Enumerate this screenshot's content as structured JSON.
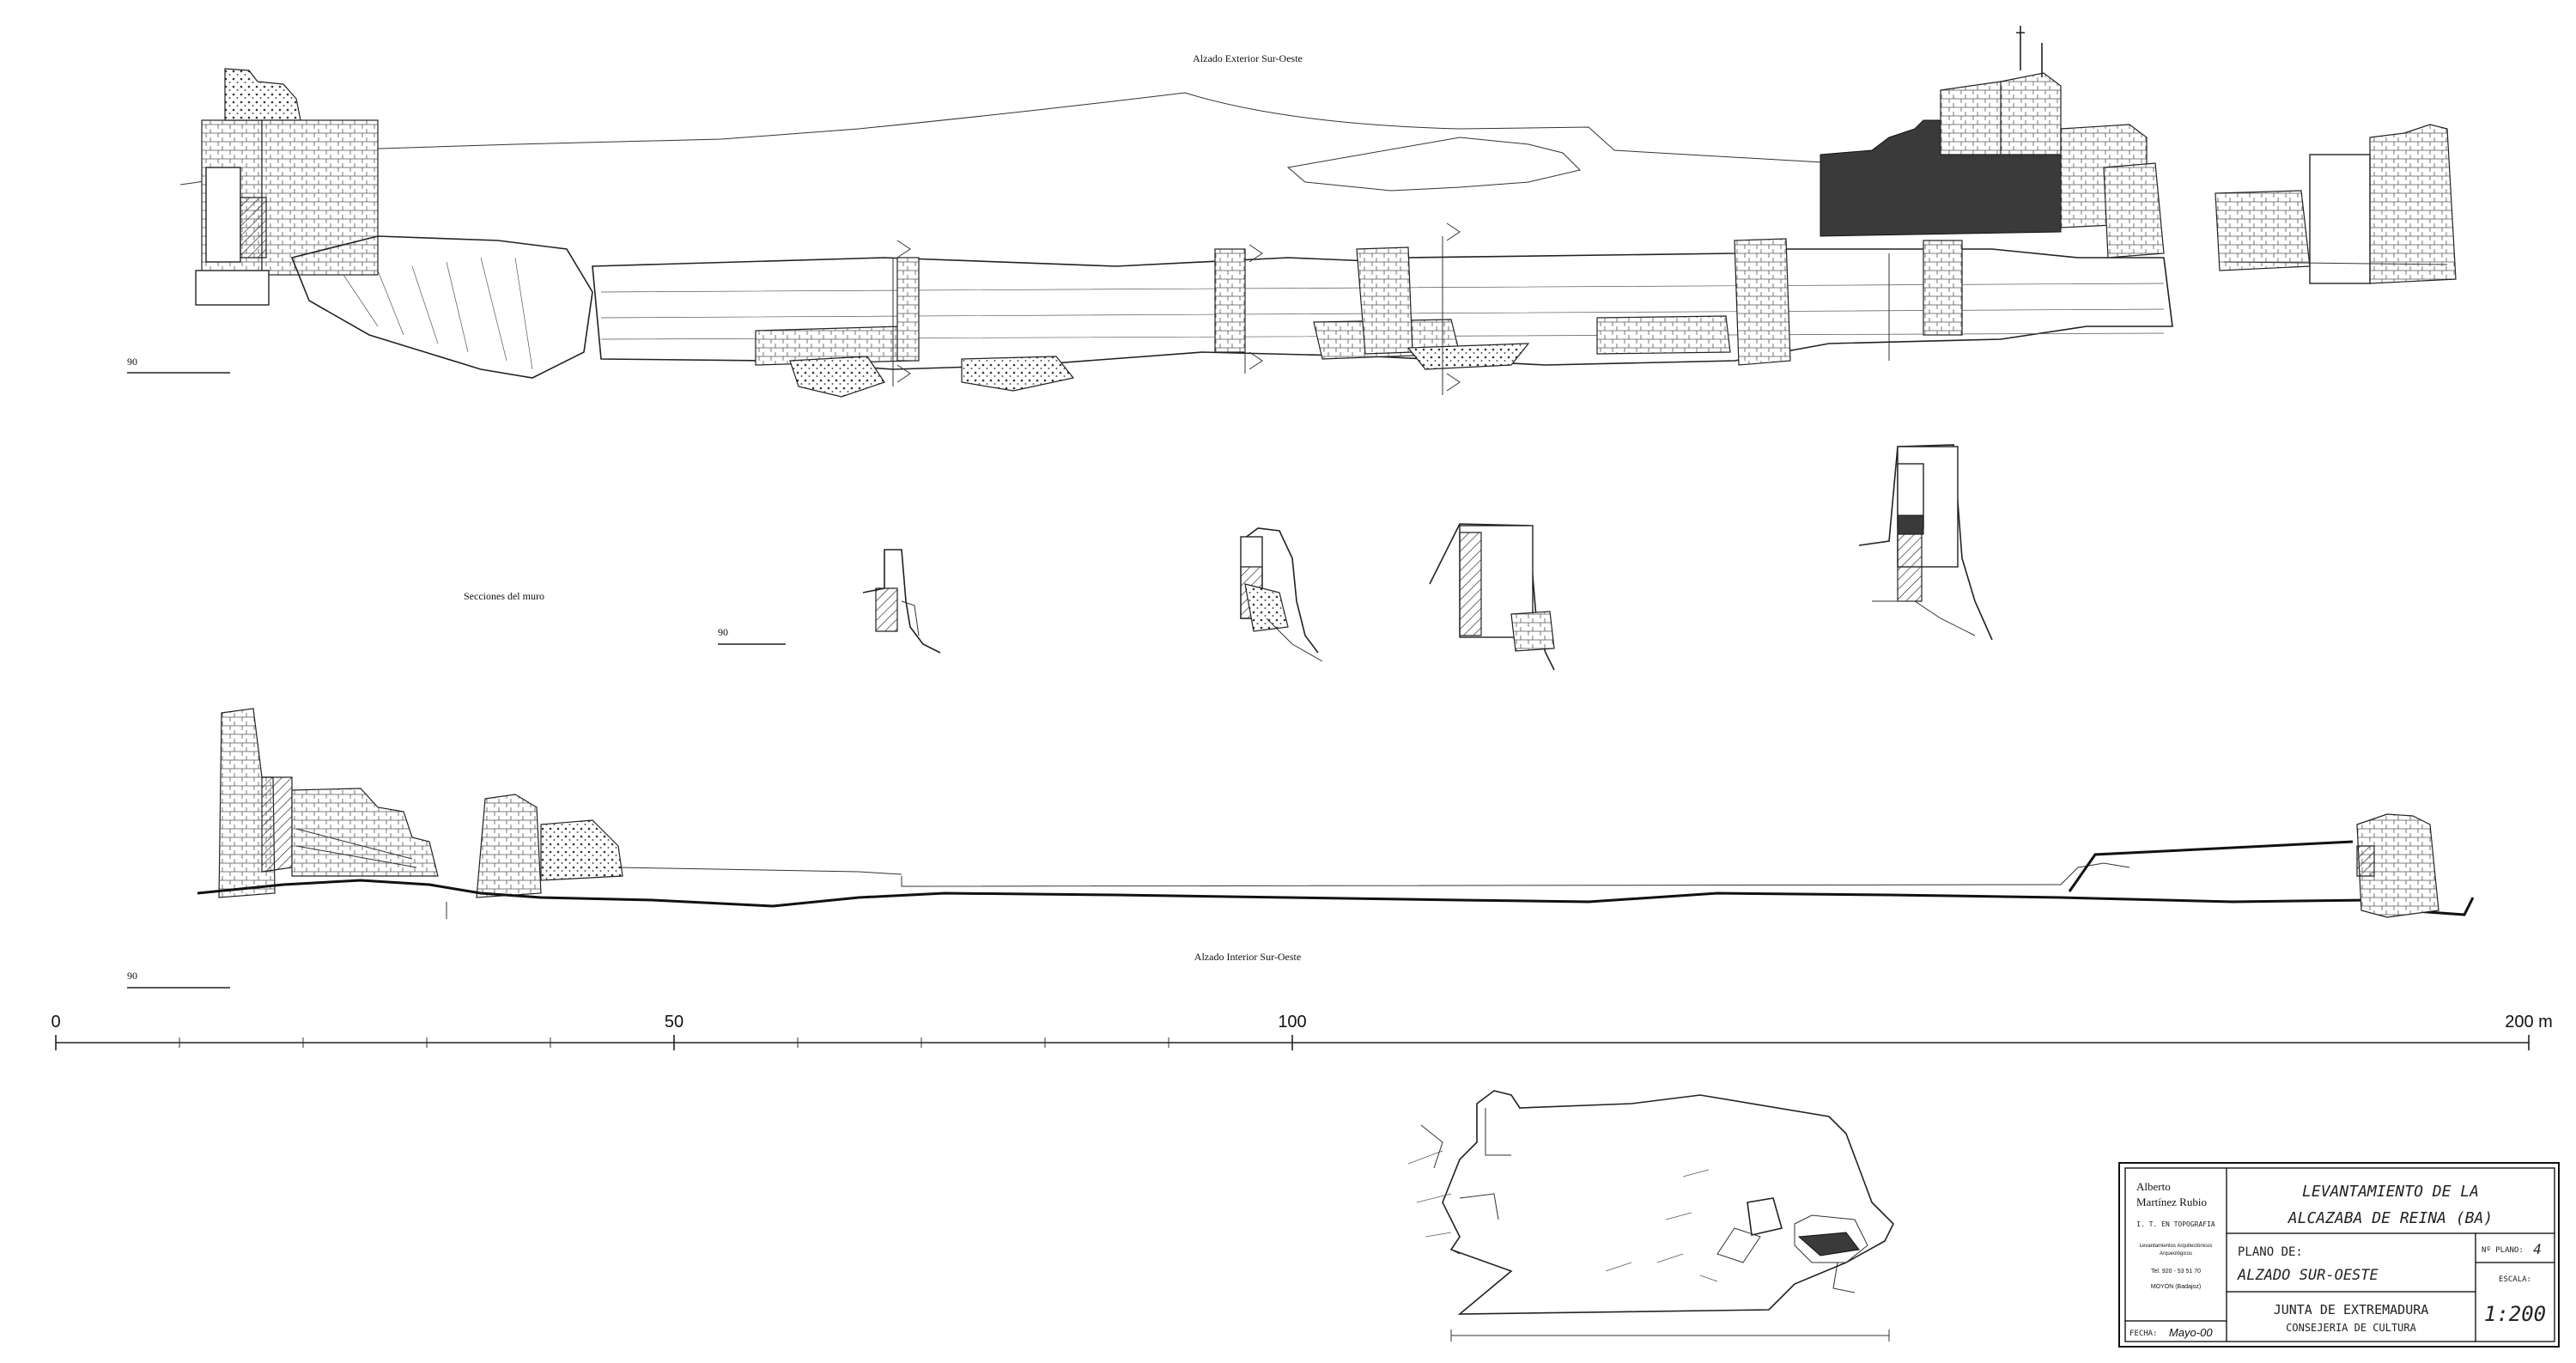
{
  "labels": {
    "exterior_title": "Alzado Exterior Sur-Oeste",
    "sections_title": "Secciones del muro",
    "interior_title": "Alzado Interior Sur-Oeste",
    "scalebar_mark": "90"
  },
  "scale": {
    "ticks": [
      {
        "label": "0",
        "value": 0
      },
      {
        "label": "50",
        "value": 50
      },
      {
        "label": "100",
        "value": 100
      },
      {
        "label": "200 m",
        "value": 200
      }
    ],
    "minor_values": [
      10,
      20,
      30,
      40,
      60,
      70,
      80,
      90
    ]
  },
  "title_block": {
    "author_line1": "Alberto",
    "author_line2": "Martínez Rubio",
    "author_title": "I. T. EN TOPOGRAFIA",
    "author_specialty1": "Levantamientos Arquitectónicos",
    "author_specialty2": "Arqueológicos",
    "author_phone": "Tel. 920 - 53 51 70",
    "author_city": "MOYÓN (Badajoz)",
    "project_line1": "LEVANTAMIENTO   DE   LA",
    "project_line2": "ALCAZABA DE REINA (BA)",
    "plan_label": "PLANO DE:",
    "plan_name": "ALZADO SUR-OESTE",
    "plan_no_label": "Nº PLANO:",
    "plan_no": "4",
    "scale_label": "ESCALA:",
    "scale_value": "1:200",
    "client_line1": "JUNTA  DE  EXTREMADURA",
    "client_line2": "CONSEJERIA DE CULTURA",
    "date_label": "FECHA:",
    "date_value": "Mayo-00"
  },
  "colors": {
    "ink": "#111111",
    "paper": "#ffffff",
    "stone_fill": "#3a3a3a"
  }
}
